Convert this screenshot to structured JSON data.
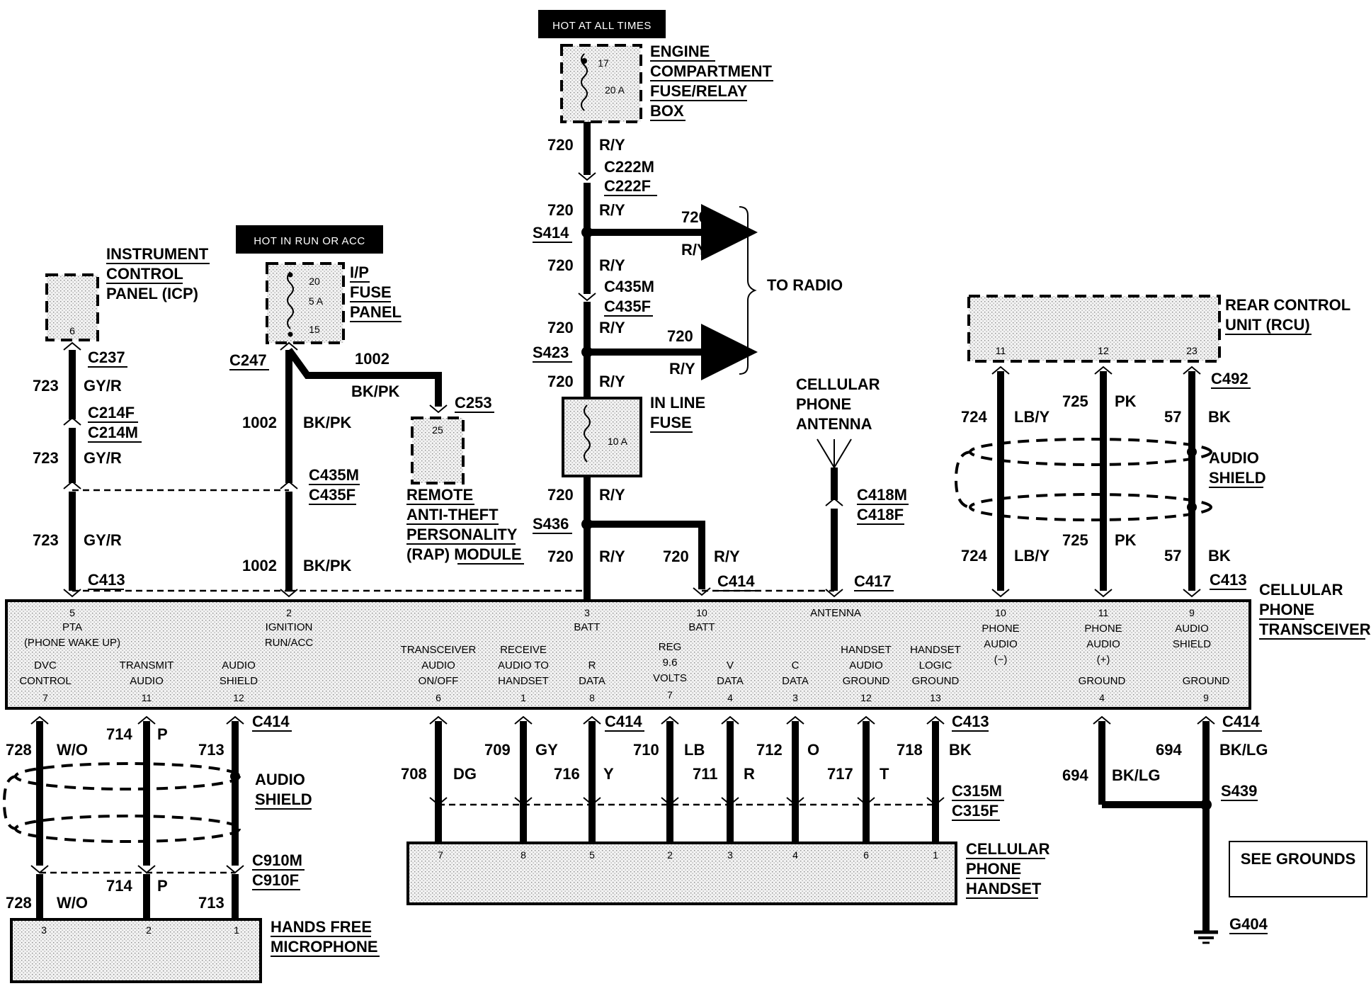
{
  "labels": {
    "hot_at_all_times": "HOT AT ALL TIMES",
    "hot_in_run_or_acc": "HOT IN RUN OR ACC",
    "to_radio": "TO RADIO",
    "see_grounds": "SEE GROUNDS"
  },
  "components": {
    "engine_fuse_box": {
      "lines": [
        "ENGINE",
        "COMPARTMENT",
        "FUSE/RELAY",
        "BOX"
      ],
      "fuse_no": "17",
      "rating": "20 A"
    },
    "ip_fuse_panel": {
      "lines": [
        "I/P",
        "FUSE",
        "PANEL"
      ],
      "pin_top": "20",
      "rating": "5 A",
      "pin_bottom": "15"
    },
    "icp": {
      "lines": [
        "INSTRUMENT",
        "CONTROL",
        "PANEL (ICP)"
      ],
      "pin": "6"
    },
    "rap_module": {
      "lines": [
        "REMOTE",
        "ANTI-THEFT",
        "PERSONALITY",
        "(RAP) MODULE"
      ],
      "pin": "25"
    },
    "inline_fuse": {
      "lines": [
        "IN LINE",
        "FUSE"
      ],
      "rating": "10 A"
    },
    "antenna": {
      "lines": [
        "CELLULAR",
        "PHONE",
        "ANTENNA"
      ]
    },
    "rcu": {
      "lines": [
        "REAR CONTROL",
        "UNIT (RCU)"
      ],
      "pins": [
        "11",
        "12",
        "23"
      ]
    },
    "transceiver": {
      "lines": [
        "CELLULAR",
        "PHONE",
        "TRANSCEIVER"
      ]
    },
    "handset": {
      "lines": [
        "CELLULAR",
        "PHONE",
        "HANDSET"
      ],
      "pins": [
        "7",
        "8",
        "5",
        "2",
        "3",
        "4",
        "6",
        "1"
      ]
    },
    "microphone": {
      "lines": [
        "HANDS FREE",
        "MICROPHONE"
      ],
      "pins": [
        "3",
        "2",
        "1"
      ]
    },
    "audio_shield": {
      "lines": [
        "AUDIO",
        "SHIELD"
      ]
    },
    "ground": {
      "id": "G404"
    }
  },
  "transceiver_pins": {
    "top": [
      {
        "pin": "5",
        "lines": [
          "PTA",
          "(PHONE WAKE UP)"
        ]
      },
      {
        "pin": "2",
        "lines": [
          "IGNITION",
          "RUN/ACC"
        ]
      },
      {
        "pin": "3",
        "lines": [
          "BATT"
        ]
      },
      {
        "pin": "10",
        "lines": [
          "BATT"
        ]
      },
      {
        "pin": "",
        "lines": [
          "ANTENNA"
        ]
      },
      {
        "pin": "10",
        "lines": [
          "PHONE",
          "AUDIO",
          "(−)"
        ]
      },
      {
        "pin": "11",
        "lines": [
          "PHONE",
          "AUDIO",
          "(+)"
        ]
      },
      {
        "pin": "9",
        "lines": [
          "AUDIO",
          "SHIELD"
        ]
      }
    ],
    "bottom": [
      {
        "pin": "7",
        "lines": [
          "DVC",
          "CONTROL"
        ]
      },
      {
        "pin": "11",
        "lines": [
          "TRANSMIT",
          "AUDIO"
        ]
      },
      {
        "pin": "12",
        "lines": [
          "AUDIO",
          "SHIELD"
        ]
      },
      {
        "pin": "6",
        "lines": [
          "TRANSCEIVER",
          "AUDIO",
          "ON/OFF"
        ]
      },
      {
        "pin": "1",
        "lines": [
          "RECEIVE",
          "AUDIO TO",
          "HANDSET"
        ]
      },
      {
        "pin": "8",
        "lines": [
          "R",
          "DATA"
        ]
      },
      {
        "pin": "7",
        "lines": [
          "REG",
          "9.6",
          "VOLTS"
        ]
      },
      {
        "pin": "4",
        "lines": [
          "V",
          "DATA"
        ]
      },
      {
        "pin": "3",
        "lines": [
          "C",
          "DATA"
        ]
      },
      {
        "pin": "12",
        "lines": [
          "HANDSET",
          "AUDIO",
          "GROUND"
        ]
      },
      {
        "pin": "13",
        "lines": [
          "HANDSET",
          "LOGIC",
          "GROUND"
        ]
      },
      {
        "pin": "4",
        "lines": [
          "GROUND"
        ]
      },
      {
        "pin": "9",
        "lines": [
          "GROUND"
        ]
      }
    ]
  },
  "connectors": {
    "c222m": "C222M",
    "c222f": "C222F",
    "s414": "S414",
    "c435m": "C435M",
    "c435f": "C435F",
    "s423": "S423",
    "s436": "S436",
    "c414": "C414",
    "c237": "C237",
    "c214f": "C214F",
    "c214m": "C214M",
    "c413": "C413",
    "c247": "C247",
    "c253": "C253",
    "c418m": "C418M",
    "c418f": "C418F",
    "c417": "C417",
    "c492": "C492",
    "c315m": "C315M",
    "c315f": "C315F",
    "c910m": "C910M",
    "c910f": "C910F",
    "s439": "S439"
  },
  "wires": {
    "circuit_720": "720",
    "color_ry": "R/Y",
    "circuit_723": "723",
    "color_gyr": "GY/R",
    "circuit_1002": "1002",
    "color_bkpk": "BK/PK",
    "circuit_724": "724",
    "color_lby": "LB/Y",
    "circuit_725": "725",
    "color_pk": "PK",
    "circuit_57": "57",
    "color_bk": "BK",
    "circuit_728": "728",
    "color_wo": "W/O",
    "circuit_714": "714",
    "color_p": "P",
    "circuit_713": "713",
    "circuit_708": "708",
    "color_dg": "DG",
    "circuit_709": "709",
    "color_gy": "GY",
    "circuit_716": "716",
    "color_y": "Y",
    "circuit_710": "710",
    "color_lb": "LB",
    "circuit_711": "711",
    "color_r": "R",
    "circuit_712": "712",
    "color_o": "O",
    "circuit_717": "717",
    "color_t": "T",
    "circuit_718": "718",
    "circuit_694": "694",
    "color_bklg": "BK/LG"
  }
}
